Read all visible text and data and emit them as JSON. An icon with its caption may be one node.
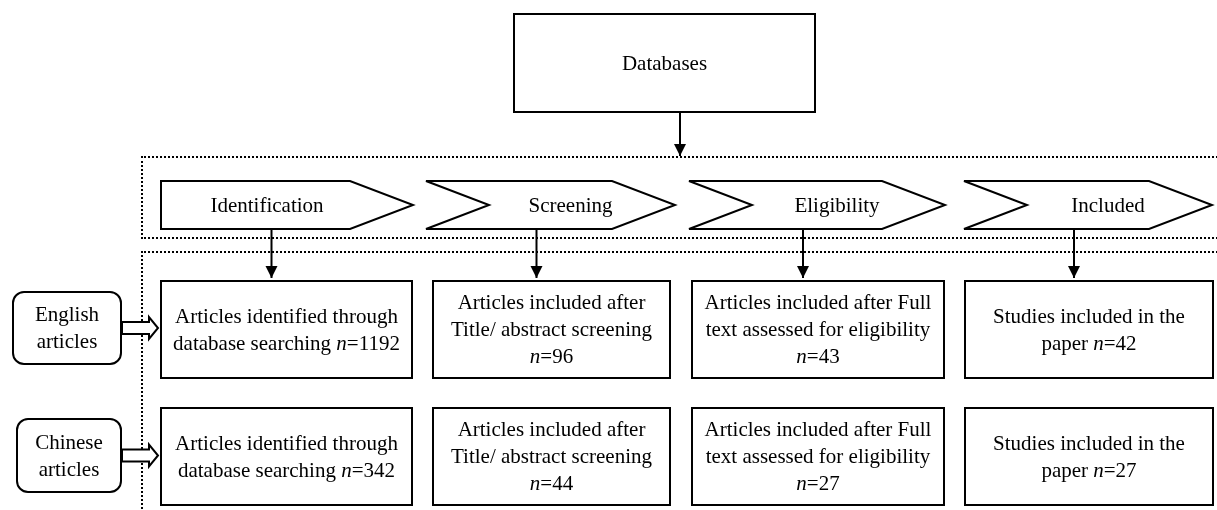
{
  "diagram": {
    "nodes": [
      {
        "text": [
          "Databases"
        ]
      },
      {
        "text": [],
        "shape": "box"
      },
      {
        "text": [
          "Identification"
        ],
        "in": 1
      },
      {
        "text": [
          "Screening"
        ],
        "in": 1
      },
      {
        "text": [
          "Eligibility"
        ],
        "in": 1
      },
      {
        "text": [
          "Included"
        ],
        "in": 1
      },
      {
        "text": [],
        "shape": "box"
      },
      {
        "text": [
          "English articles"
        ]
      },
      {
        "text": [
          "Articles identified through database searching *n*=1192"
        ],
        "in": 6
      },
      {
        "text": [
          "Articles included after Title/ abstract screening *n*=96"
        ],
        "in": 6
      },
      {
        "text": [
          "Articles included after Full text assessed for eligibility *n*=43"
        ],
        "in": 6
      },
      {
        "text": [
          "Studies included in the paper *n*=42"
        ],
        "in": 6
      },
      {
        "text": [
          "Chinese articles"
        ]
      },
      {
        "text": [
          "Articles identified through database searching *n*=342"
        ],
        "in": 6
      },
      {
        "text": [
          "Articles included after Title/ abstract screening *n*=44"
        ],
        "in": 6
      },
      {
        "text": [
          "Articles included after Full text assessed for eligibility *n*=27"
        ],
        "in": 6
      },
      {
        "text": [
          "Studies included in the paper *n*=27"
        ],
        "in": 6
      }
    ],
    "edges": [
      {
        "from": 0,
        "to": 1,
        "arrow": "to"
      },
      {
        "from": 2,
        "to": 8,
        "arrow": "to"
      },
      {
        "from": 3,
        "to": 9,
        "arrow": "to"
      },
      {
        "from": 4,
        "to": 10,
        "arrow": "to"
      },
      {
        "from": 5,
        "to": 11,
        "arrow": "to"
      },
      {
        "from": 7,
        "to": 8,
        "arrow": "to",
        "style": "thick"
      },
      {
        "from": 12,
        "to": 13,
        "arrow": "to",
        "style": "thick"
      }
    ]
  }
}
